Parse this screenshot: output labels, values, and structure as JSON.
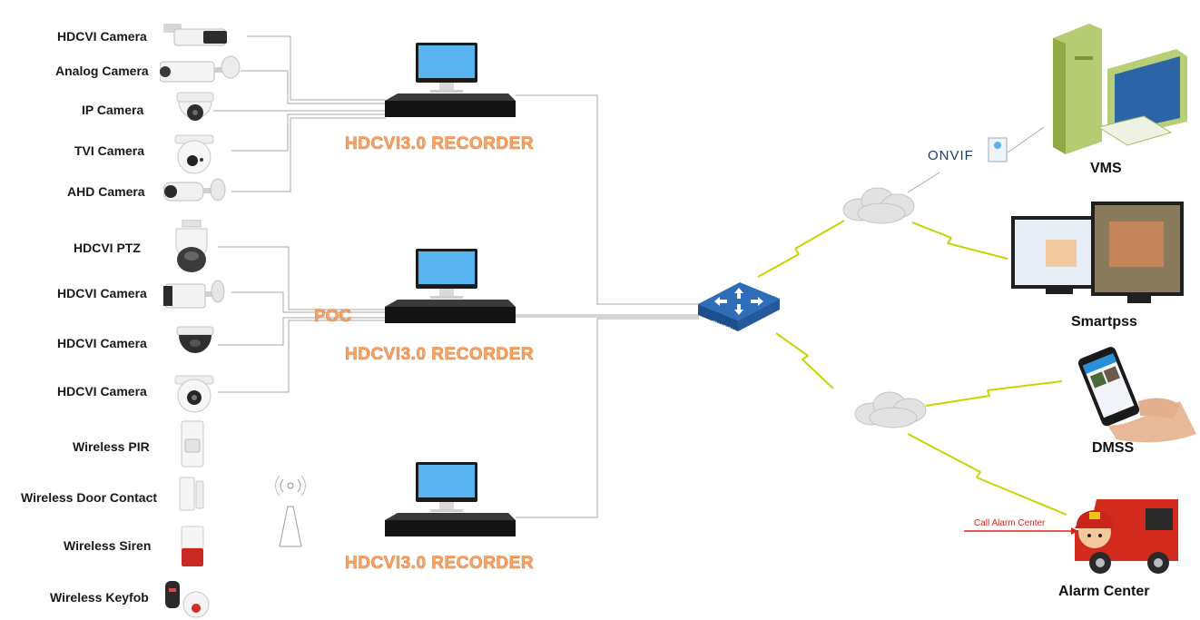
{
  "devices": [
    {
      "label": "HDCVI Camera",
      "icon": "bullet-camera-icon"
    },
    {
      "label": "Analog Camera",
      "icon": "bullet-camera-icon"
    },
    {
      "label": "IP Camera",
      "icon": "dome-camera-icon"
    },
    {
      "label": "TVI Camera",
      "icon": "eyeball-camera-icon"
    },
    {
      "label": "AHD Camera",
      "icon": "bullet-camera-icon"
    },
    {
      "label": "HDCVI PTZ",
      "icon": "ptz-camera-icon"
    },
    {
      "label": "HDCVI Camera",
      "icon": "bullet-camera-icon"
    },
    {
      "label": "HDCVI Camera",
      "icon": "dome-camera-icon"
    },
    {
      "label": "HDCVI Camera",
      "icon": "eyeball-camera-icon"
    },
    {
      "label": "Wireless PIR",
      "icon": "pir-sensor-icon"
    },
    {
      "label": "Wireless Door Contact",
      "icon": "door-contact-icon"
    },
    {
      "label": "Wireless Siren",
      "icon": "siren-icon"
    },
    {
      "label": "Wireless Keyfob",
      "icon": "keyfob-icon"
    }
  ],
  "recorders": [
    {
      "label": "HDCVI3.0 RECORDER"
    },
    {
      "label": "HDCVI3.0 RECORDER"
    },
    {
      "label": "HDCVI3.0 RECORDER"
    }
  ],
  "poc_label": "POC",
  "switch_label": "SWITCH",
  "onvif_label": "ONVIF",
  "clients": {
    "vms": "VMS",
    "smartpss": "Smartpss",
    "dmss": "DMSS",
    "alarm_center": "Alarm Center"
  },
  "call_label": "Call Alarm Center",
  "colors": {
    "recorder_label": "#f5a56a",
    "wire": "#9a9a9a",
    "wireless_link": "#c8d400",
    "call_arrow": "#d9261c"
  }
}
